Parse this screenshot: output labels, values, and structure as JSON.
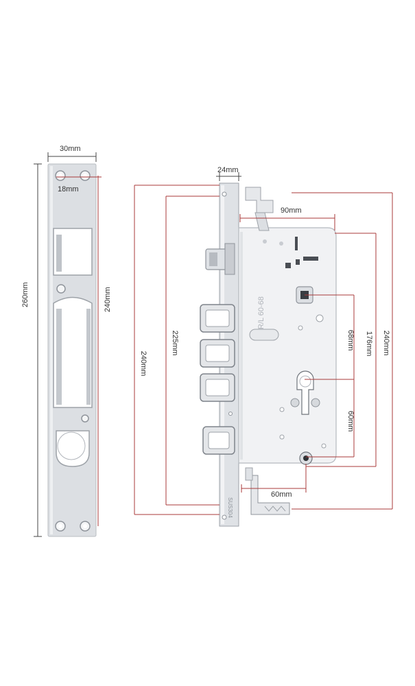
{
  "colors": {
    "dimension_line": "#a83a3a",
    "dimension_line_dark": "#444444",
    "steel_light": "#e4e6e9",
    "steel_mid": "#c9ccd1",
    "steel_dark": "#8f949b",
    "case": "#f1f2f4",
    "text": "#333333"
  },
  "strike_plate": {
    "width_label": "30mm",
    "hole_spacing_label": "18mm",
    "total_height_label": "260mm",
    "hole_pitch_label": "240mm"
  },
  "lock_body": {
    "faceplate_width_label": "24mm",
    "case_width_label": "90mm",
    "faceplate_height_label": "240mm",
    "bolt_span_label": "225mm",
    "spindle_to_cylinder_label": "68mm",
    "upper_span_label": "176mm",
    "right_total_label": "240mm",
    "cylinder_to_bottom_label": "60mm",
    "backset_label": "60mm",
    "case_stamp": "R/L 60-68",
    "faceplate_stamp": "SUS304"
  }
}
